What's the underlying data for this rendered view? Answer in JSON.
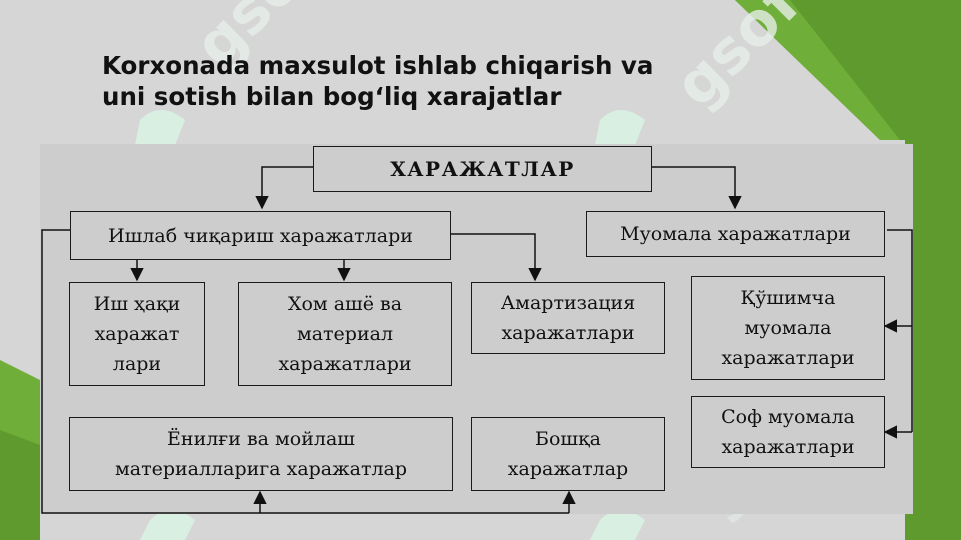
{
  "slide": {
    "title_line1": "Korxonada maxsulot ishlab chiqarish va",
    "title_line2": "uni sotish bilan bog‘liq xarajatlar",
    "watermark_text": "gsoft",
    "colors": {
      "background": "#d6d6d6",
      "diagram_bg": "#cdcdcd",
      "accent_green": "#5e9a2e",
      "watermark": "#d9f2e3"
    }
  },
  "diagram": {
    "root": "ХАРАЖАТЛАР",
    "production": "Ишлаб чиқариш харажатлари",
    "circulation": "Муомала харажатлари",
    "wages": [
      "Иш ҳақи",
      "харажат",
      "лари"
    ],
    "materials": [
      "Хом ашё ва",
      "материал",
      "харажатлари"
    ],
    "amortization": [
      "Амартизация",
      "харажатлари"
    ],
    "additional": [
      "Қўшимча",
      "муомала",
      "харажатлари"
    ],
    "fuel": [
      "Ёнилғи ва мойлаш",
      "материалларига харажатлар"
    ],
    "other": [
      "Бошқа",
      "харажатлар"
    ],
    "net": [
      "Соф муомала",
      "харажатлари"
    ]
  }
}
